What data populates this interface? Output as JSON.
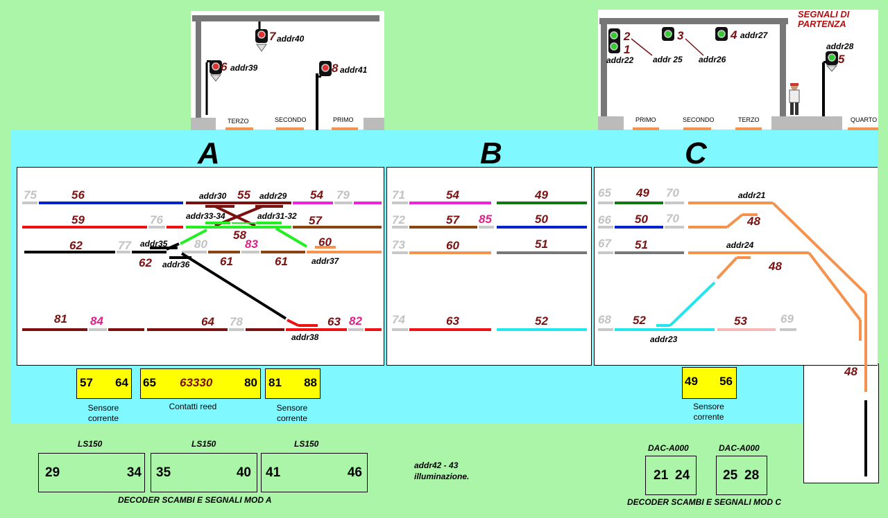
{
  "stations": {
    "left": {
      "signals": [
        {
          "num": "7",
          "addr": "addr40"
        },
        {
          "num": "6",
          "addr": "addr39"
        },
        {
          "num": "8",
          "addr": "addr41"
        }
      ],
      "platforms": [
        "TERZO",
        "SECONDO",
        "PRIMO"
      ]
    },
    "right": {
      "title": "SEGNALI DI PARTENZA",
      "signals": [
        {
          "num": "2",
          "addr": ""
        },
        {
          "num": "1",
          "addr": "addr22"
        },
        {
          "num": "3",
          "addr": "addr 25"
        },
        {
          "num": "",
          "addr": "addr26"
        },
        {
          "num": "4",
          "addr": "addr27"
        },
        {
          "num": "5",
          "addr": "addr28"
        }
      ],
      "platforms": [
        "PRIMO",
        "SECONDO",
        "TERZO",
        "QUARTO"
      ]
    }
  },
  "sections": {
    "a": "A",
    "b": "B",
    "c": "C"
  },
  "sectionA": {
    "labels": [
      "75",
      "56",
      "55",
      "54",
      "79",
      "59",
      "76",
      "57",
      "58",
      "62",
      "77",
      "80",
      "83",
      "60",
      "62",
      "61",
      "61",
      "81",
      "84",
      "64",
      "78",
      "63",
      "82"
    ],
    "addrs": [
      "addr30",
      "addr29",
      "addr33-34",
      "addr31-32",
      "addr35",
      "addr36",
      "addr37",
      "addr38"
    ]
  },
  "sectionB": {
    "labels": [
      "71",
      "54",
      "49",
      "72",
      "57",
      "85",
      "50",
      "73",
      "60",
      "51",
      "74",
      "63",
      "52"
    ]
  },
  "sectionC": {
    "labels": [
      "65",
      "49",
      "70",
      "66",
      "50",
      "70",
      "48",
      "67",
      "51",
      "48",
      "68",
      "52",
      "53",
      "69",
      "48"
    ],
    "addrs": [
      "addr21",
      "addr24",
      "addr23"
    ]
  },
  "sensors": [
    {
      "from": "57",
      "mid": "",
      "to": "64",
      "caption1": "Sensore",
      "caption2": "corrente"
    },
    {
      "from": "65",
      "mid": "63330",
      "to": "80",
      "caption1": "Contatti reed",
      "caption2": ""
    },
    {
      "from": "81",
      "mid": "",
      "to": "88",
      "caption1": "Sensore",
      "caption2": "corrente"
    },
    {
      "from": "49",
      "mid": "",
      "to": "56",
      "caption1": "Sensore",
      "caption2": "corrente"
    }
  ],
  "decodersA": {
    "items": [
      {
        "name": "LS150",
        "from": "29",
        "to": "34"
      },
      {
        "name": "LS150",
        "from": "35",
        "to": "40"
      },
      {
        "name": "LS150",
        "from": "41",
        "to": "46"
      }
    ],
    "caption": "DECODER SCAMBI E SEGNALI MOD  A"
  },
  "lighting": {
    "line1": "addr42 - 43",
    "line2": "illuminazione."
  },
  "decodersC": {
    "items": [
      {
        "name": "DAC-A000",
        "from": "21",
        "to": "24"
      },
      {
        "name": "DAC-A000",
        "from": "25",
        "to": "28"
      }
    ],
    "caption": "DECODER SCAMBI E SEGNALI MOD  C"
  },
  "colors": {
    "background": "#aaf5a8",
    "cyan": "#7ff9ff",
    "dark_red": "#7a1010",
    "blue": "#0022cc",
    "red": "#ee1111",
    "green": "#22ee22",
    "black": "#000000",
    "orange": "#f5924e",
    "brown": "#8b4513",
    "magenta": "#ee22dd",
    "dark_green": "#117711",
    "gray": "#777777",
    "light_gray": "#c8c8c8",
    "pink": "#f5b8b8"
  }
}
